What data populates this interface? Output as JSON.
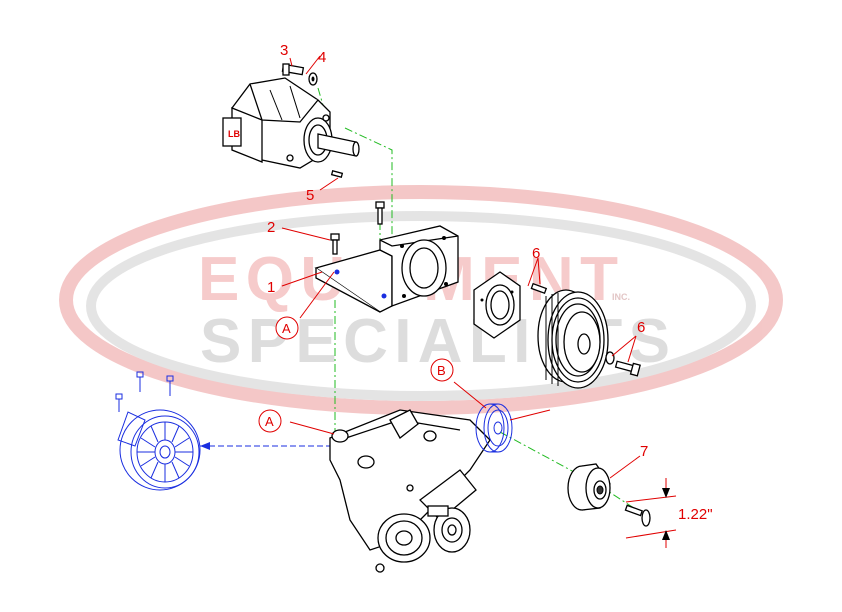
{
  "watermark": {
    "line1": "EQUIPMENT",
    "line2": "SPECIALISTS",
    "suffix": "INC.",
    "colors": {
      "red": "#f4b0b0",
      "gray": "#d0d0d0"
    }
  },
  "callouts": [
    {
      "id": "1",
      "label": "1"
    },
    {
      "id": "2",
      "label": "2"
    },
    {
      "id": "3",
      "label": "3"
    },
    {
      "id": "4",
      "label": "4"
    },
    {
      "id": "5",
      "label": "5"
    },
    {
      "id": "6a",
      "label": "6"
    },
    {
      "id": "6b",
      "label": "6"
    },
    {
      "id": "7",
      "label": "7"
    }
  ],
  "detail_markers": [
    {
      "id": "A-upper",
      "label": "A"
    },
    {
      "id": "A-lower",
      "label": "A"
    },
    {
      "id": "B",
      "label": "B"
    }
  ],
  "pump_badge": "LB",
  "dimension": {
    "value": "1.22\""
  },
  "colors": {
    "callout": "#e00000",
    "centerline": "#22bb22",
    "highlight": "#1a2ee0",
    "linework": "#000000"
  }
}
